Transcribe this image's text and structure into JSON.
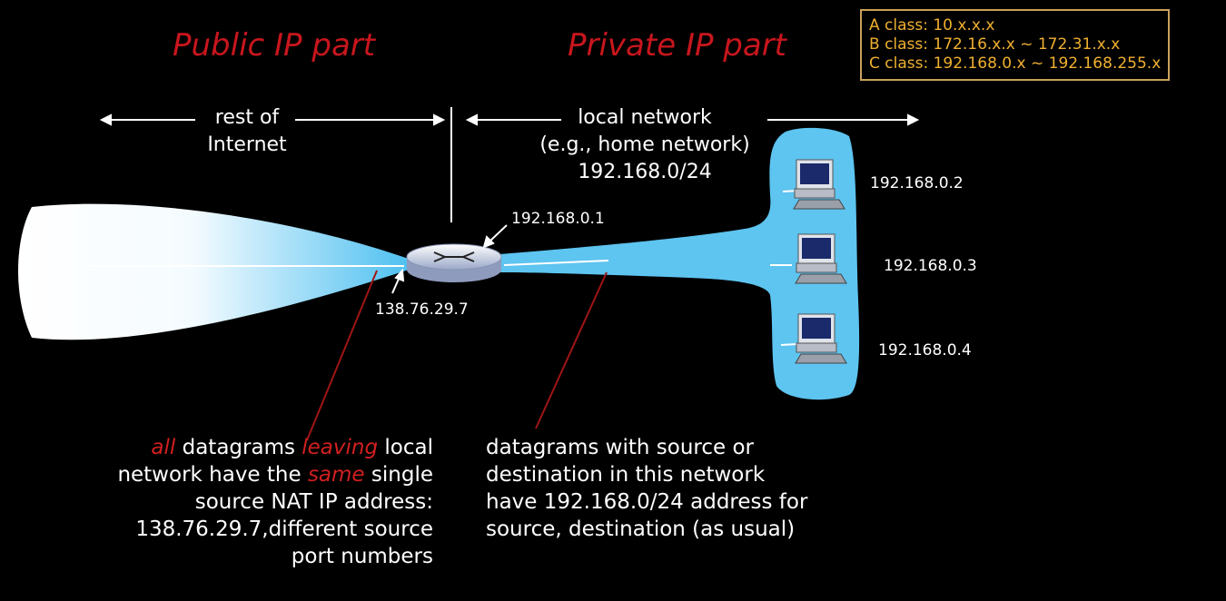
{
  "titles": {
    "public": "Public IP part",
    "private": "Private IP part"
  },
  "legend": [
    "A class: 10.x.x.x",
    "B class: 172.16.x.x ~ 172.31.x.x",
    "C class: 192.168.0.x ~ 192.168.255.x"
  ],
  "labels": {
    "rest_line1": "rest of",
    "rest_line2": "Internet",
    "local_line1": "local network",
    "local_line2": "(e.g., home network)",
    "local_line3": "192.168.0/24"
  },
  "ips": {
    "router_private": "192.168.0.1",
    "router_public": "138.76.29.7",
    "host1": "192.168.0.2",
    "host2": "192.168.0.3",
    "host3": "192.168.0.4"
  },
  "captions": {
    "left": {
      "w1": "all",
      "t1": " datagrams ",
      "w2": "leaving",
      "t2": " local",
      "t3": "network have the ",
      "w3": "same",
      "t4": " single",
      "t5": "source NAT IP address:",
      "t6": "138.76.29.7,different source",
      "t7": "port numbers"
    },
    "right": {
      "l1": "datagrams with source or",
      "l2": "destination in this network",
      "l3": "have 192.168.0/24 address for",
      "l4": "source, destination (as usual)"
    }
  },
  "colors": {
    "title": "#c8161d",
    "legend_text": "#f0b030",
    "legend_border": "#c8a15a",
    "network": "#5ec4f0"
  }
}
